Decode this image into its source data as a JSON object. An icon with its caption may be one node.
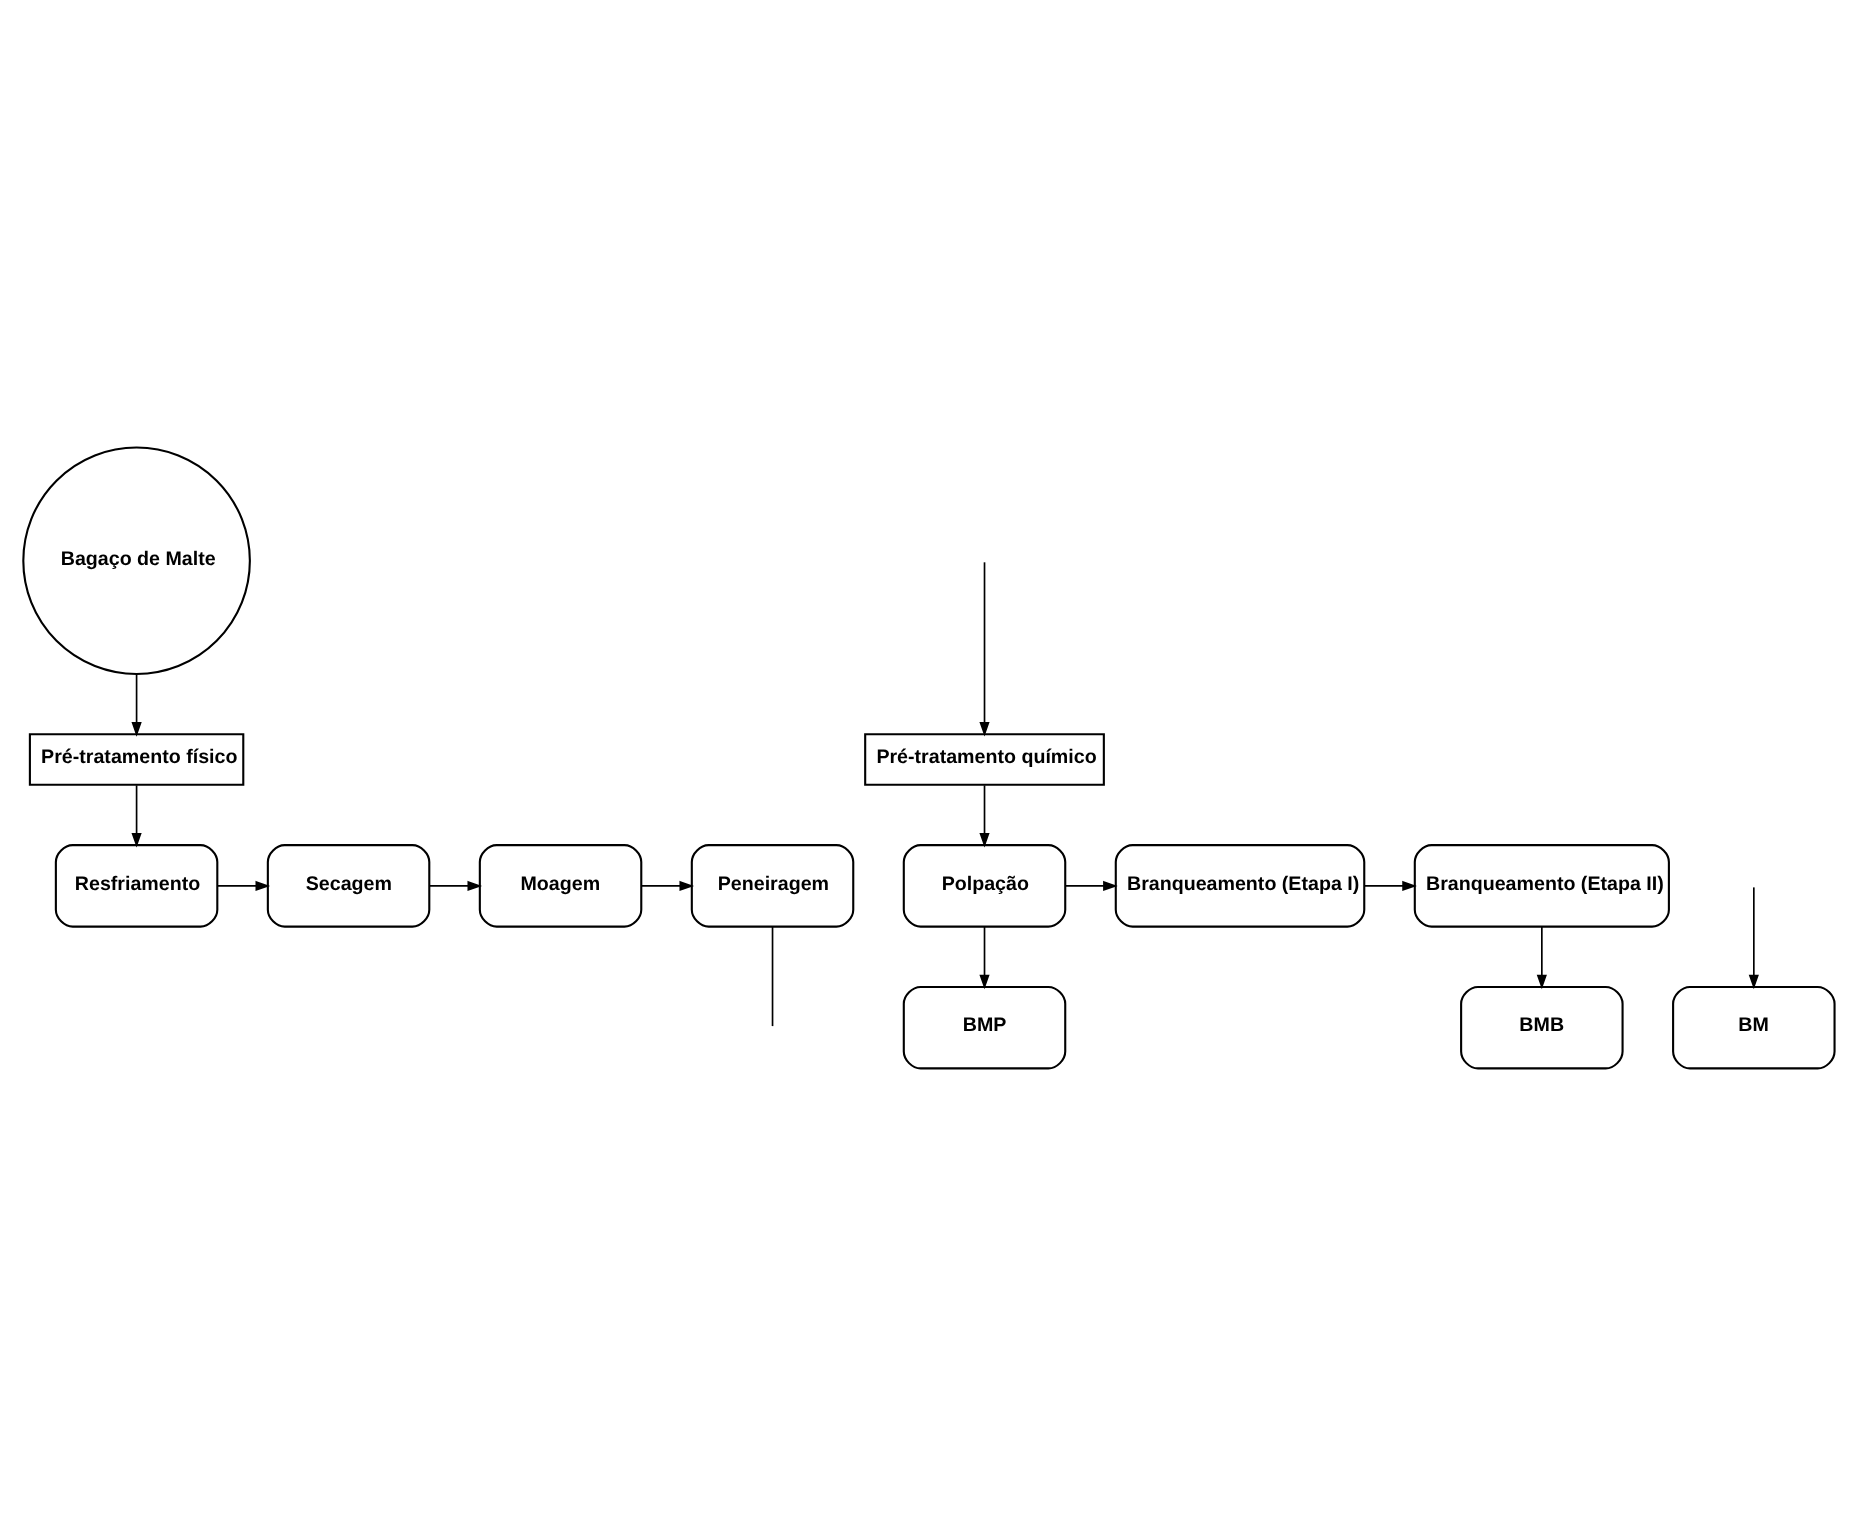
{
  "diagram": {
    "nodes": [
      {
        "text": [
          "Bagaço de Malte"
        ]
      },
      {
        "text": [
          "Pré-tratamento físico"
        ]
      },
      {
        "text": [
          "Resfriamento"
        ]
      },
      {
        "text": [
          "Secagem"
        ]
      },
      {
        "text": [
          "Moagem"
        ]
      },
      {
        "text": [
          "Peneiragem"
        ]
      },
      {
        "text": [
          "Pré-tratamento químico"
        ]
      },
      {
        "text": [
          "Polpação"
        ]
      },
      {
        "text": [
          "Branqueamento (Etapa I)"
        ]
      },
      {
        "text": [
          "Branqueamento (Etapa II)"
        ]
      },
      {
        "text": [
          "BMP"
        ]
      },
      {
        "text": [
          "BMB"
        ]
      },
      {
        "text": [
          "BM"
        ]
      }
    ],
    "edges": [
      {
        "from": 0,
        "to": 1,
        "arrow": "to"
      },
      {
        "from": 1,
        "to": 2,
        "arrow": "to"
      },
      {
        "from": 2,
        "to": 3,
        "arrow": "to"
      },
      {
        "from": 3,
        "to": 4,
        "arrow": "to"
      },
      {
        "from": 4,
        "to": 5,
        "arrow": "to"
      },
      {
        "from": 5,
        "to": null,
        "arrow": "none"
      },
      {
        "from": null,
        "to": 6,
        "arrow": "to"
      },
      {
        "from": 6,
        "to": 7,
        "arrow": "to"
      },
      {
        "from": 7,
        "to": 8,
        "arrow": "to"
      },
      {
        "from": 8,
        "to": 9,
        "arrow": "to"
      },
      {
        "from": 7,
        "to": 10,
        "arrow": "to"
      },
      {
        "from": 9,
        "to": 11,
        "arrow": "to"
      },
      {
        "from": null,
        "to": 12,
        "arrow": "to"
      }
    ]
  }
}
